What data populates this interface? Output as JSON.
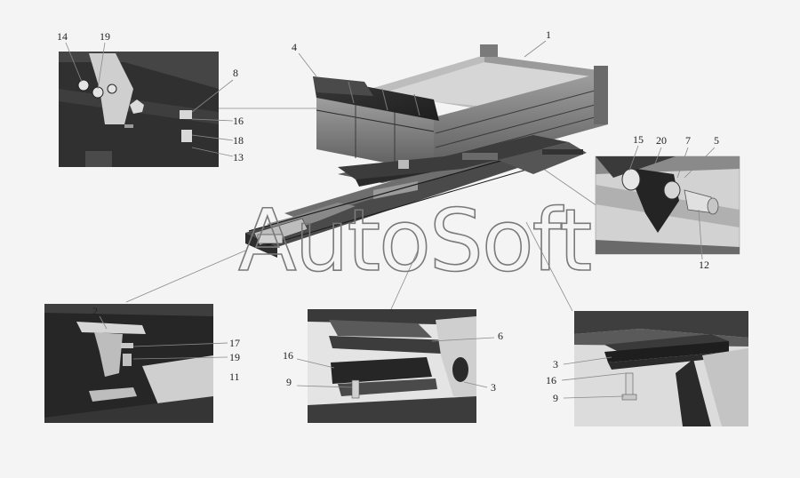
{
  "watermark": "AutoSoft",
  "colors": {
    "background": "#f4f4f4",
    "inset_dark": "#2e2e2e",
    "metal_mid": "#8c8c8c",
    "metal_light": "#cfcfcf",
    "leader_line": "#8a8a8a"
  },
  "callouts": {
    "main": {
      "c1": "1",
      "c4": "4"
    },
    "inset_top_left": {
      "c14": "14",
      "c19": "19",
      "c8": "8",
      "c16": "16",
      "c18": "18",
      "c13": "13"
    },
    "inset_right": {
      "c15": "15",
      "c20": "20",
      "c7": "7",
      "c5": "5",
      "c12": "12"
    },
    "inset_bottom_left": {
      "c2": "2",
      "c17": "17",
      "c19": "19",
      "c11": "11"
    },
    "inset_bottom_center": {
      "c6": "6",
      "c16": "16",
      "c9": "9",
      "c3": "3"
    },
    "inset_bottom_right": {
      "c3": "3",
      "c16": "16",
      "c9": "9"
    }
  }
}
